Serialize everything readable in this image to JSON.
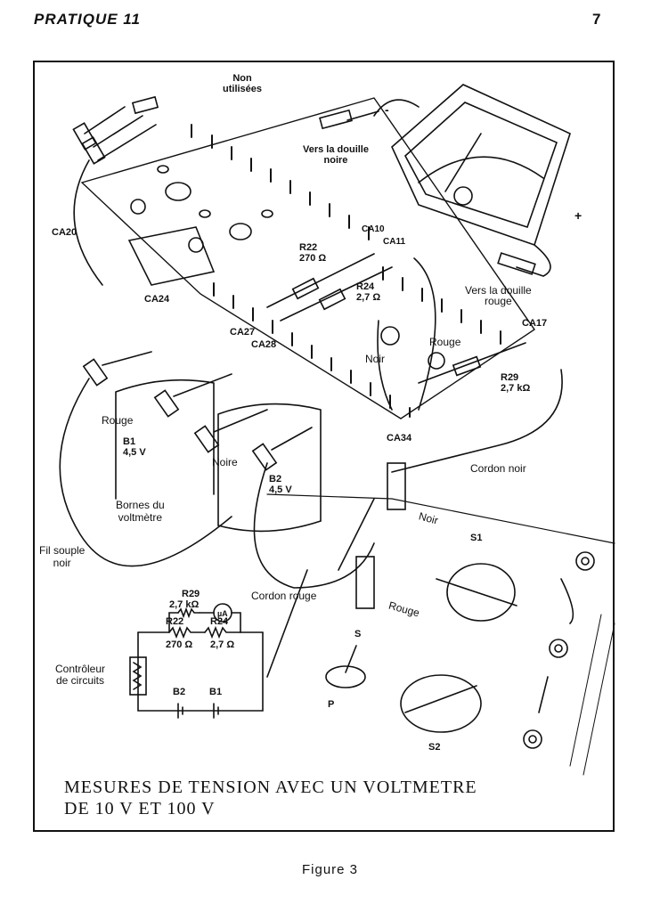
{
  "header": {
    "section": "PRATIQUE 11",
    "page_number": "7"
  },
  "labels": {
    "non_utilisees_1": "Non",
    "non_utilisees_2": "utilisées",
    "vers_douille_noire_1": "Vers la douille",
    "vers_douille_noire_2": "noire",
    "meter_minus": "-",
    "meter_plus": "+",
    "ca20": "CA20",
    "ca24": "CA24",
    "ca10": "CA10",
    "ca11": "CA11",
    "ca27": "CA27",
    "ca28": "CA28",
    "ca34": "CA34",
    "ca17": "CA17",
    "r22_1": "R22",
    "r22_2": "270 Ω",
    "r24_1": "R24",
    "r24_2": "2,7 Ω",
    "r29_1": "R29",
    "r29_2": "2,7 kΩ",
    "vers_douille_rouge_1": "Vers la douille",
    "vers_douille_rouge_2": "rouge",
    "noir": "Noir",
    "rouge_probe": "Rouge",
    "rouge_left": "Rouge",
    "b1_1": "B1",
    "b1_2": "4,5 V",
    "noire": "Noire",
    "b2_1": "B2",
    "b2_2": "4,5 V",
    "cordon_noir": "Cordon noir",
    "bornes_1": "Bornes du",
    "bornes_2": "voltmètre",
    "fil_souple_1": "Fil souple",
    "fil_souple_2": "noir",
    "cordon_rouge": "Cordon rouge",
    "m_noir": "Noir",
    "m_rouge": "Rouge",
    "s1": "S1",
    "s": "S",
    "p": "P",
    "s2": "S2",
    "sch_r29": "R29",
    "sch_r29_val": "2,7 kΩ",
    "sch_ua": "µA",
    "sch_r22": "R22",
    "sch_r22_val": "270 Ω",
    "sch_r24": "R24",
    "sch_r24_val": "2,7 Ω",
    "sch_controleur_1": "Contrôleur",
    "sch_controleur_2": "de circuits",
    "sch_b2": "B2",
    "sch_b1": "B1"
  },
  "caption": {
    "line1": "MESURES DE TENSION AVEC UN VOLTMETRE",
    "line2": "DE 10 V ET 100 V"
  },
  "figure_label": "Figure 3"
}
